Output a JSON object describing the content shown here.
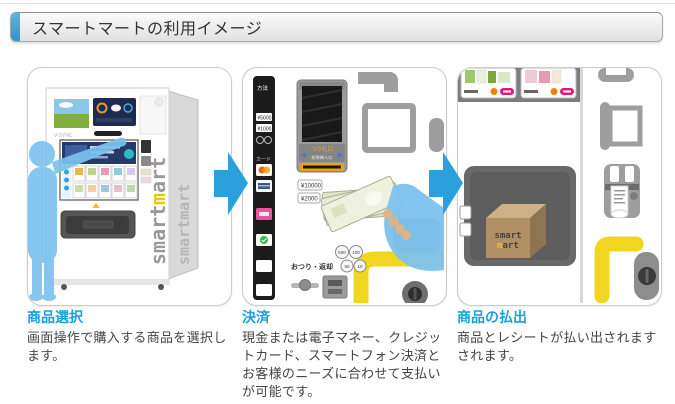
{
  "header": {
    "title": "スマートマートの利用イメージ"
  },
  "steps": [
    {
      "heading": "商品選択",
      "body": "画面操作で購入する商品を選択します。"
    },
    {
      "heading": "決済",
      "body": "現金または電子マネー、クレジットカード、スマートフォン決済とお客様のニーズに合わせて支払いが可能です。"
    },
    {
      "heading": "商品の払出",
      "body": "商品とレシートが払い出されますされます。"
    }
  ],
  "colors": {
    "header_accent_blue": "#2e95cd",
    "heading_blue": "#18a0dd",
    "arrow_blue": "#2aa0dc",
    "silhouette_blue": "#7cc2ee",
    "logo_yellow": "#e8c800",
    "machine_accent_yellow": "#f0d521"
  },
  "illustrations": {
    "machine_brand": "V-SYNC",
    "logo": {
      "part1": "smart",
      "accent": "m",
      "part2": "art"
    },
    "side_logo": "smartmart",
    "box_logo": {
      "line1": "smart",
      "accent": "m",
      "rest": "art"
    },
    "payment_panel": {
      "header": "方法",
      "labels": [
        "¥5000",
        "¥1000"
      ],
      "section_card": "カード"
    },
    "bill_labels": [
      "¥10000",
      "¥2000"
    ],
    "acceptor": {
      "top": "つり札口",
      "bottom": "紙幣挿入口"
    },
    "coins": [
      "500",
      "100",
      "50",
      "10"
    ],
    "change_label": "おつり・返却"
  }
}
